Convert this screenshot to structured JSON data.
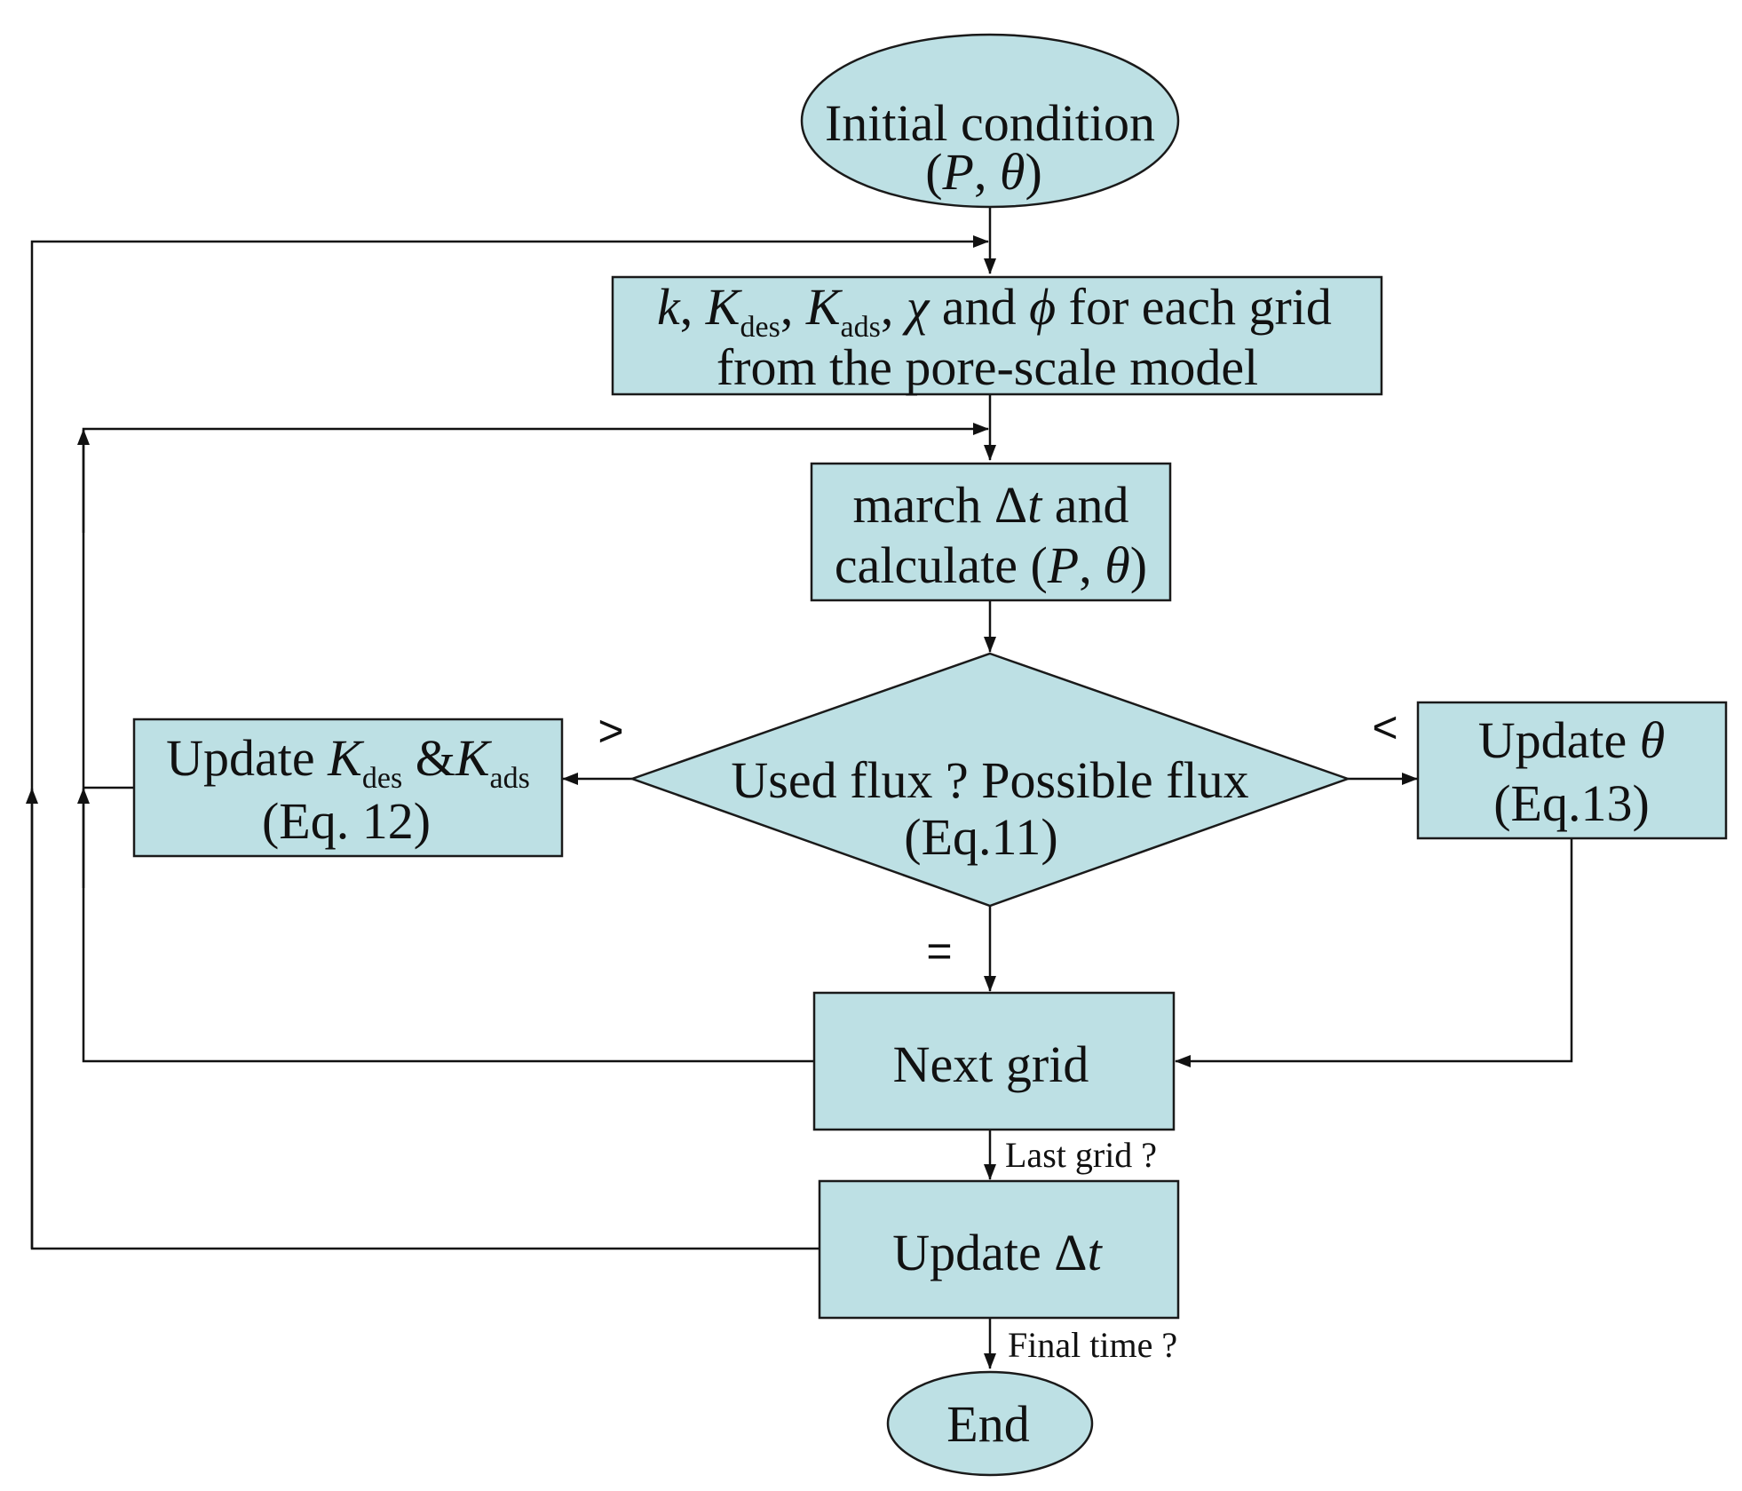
{
  "diagram": {
    "nodes": {
      "initial": {
        "line1": "Initial condition",
        "line2_pre": "(",
        "P": "P",
        "comma": ", ",
        "theta": "θ",
        "line2_post": ")"
      },
      "params": {
        "k": "k",
        "c1": ", ",
        "K1": "K",
        "des": "des",
        "c2": ", ",
        "K2": "K",
        "ads": "ads",
        "c3": ", ",
        "chi": "χ",
        "and": " and ",
        "phi": "ϕ",
        "tail": " for each grid",
        "line2": "from the pore-scale model"
      },
      "march": {
        "line1_a": "march ",
        "delta": "Δ",
        "t": "t",
        "line1_b": " and",
        "line2_a": "calculate (",
        "P": "P",
        "comma": ", ",
        "theta": "θ",
        "line2_b": ")"
      },
      "decision": {
        "line1": "Used flux ? Possible flux",
        "line2": "(Eq.11)"
      },
      "update_k": {
        "a": "Update ",
        "K1": "K",
        "des": "des",
        "amp": " &",
        "K2": "K",
        "ads": "ads",
        "line2": "(Eq. 12)"
      },
      "update_theta": {
        "a": "Update ",
        "theta": "θ",
        "line2": "(Eq.13)"
      },
      "next_grid": {
        "label": "Next grid"
      },
      "update_dt": {
        "a": "Update ",
        "delta": "Δ",
        "t": "t"
      },
      "end": {
        "label": "End"
      }
    },
    "edge_labels": {
      "greater": ">",
      "less": "<",
      "equal": "=",
      "last_grid": "Last grid ?",
      "final_time": "Final time ?"
    },
    "colors": {
      "node_fill": "#bde0e4",
      "stroke": "#1a1a1a"
    }
  }
}
